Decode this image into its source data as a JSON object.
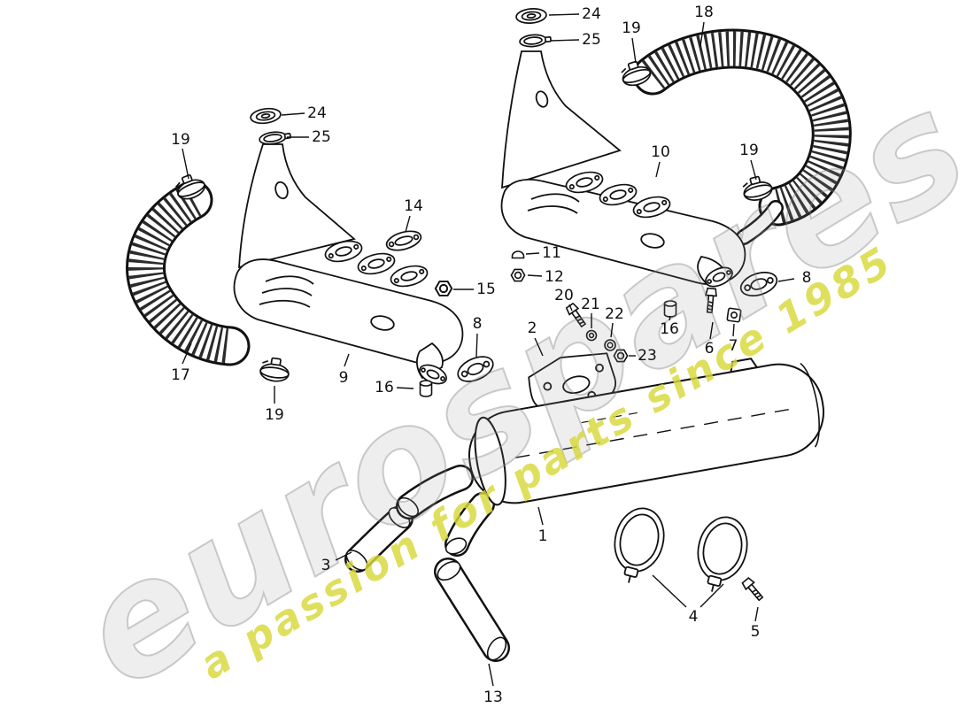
{
  "diagram": {
    "type": "exploded-parts-diagram",
    "subject": "exhaust system",
    "background_color": "#ffffff",
    "line_color": "#111111",
    "watermark": {
      "brand": "eurospares",
      "tagline": "a passion for parts since 1985",
      "brand_color": "#c9c9c9",
      "tagline_color": "#d8d83a"
    }
  },
  "callouts": [
    {
      "label": "24",
      "part": "end-cap-left"
    },
    {
      "label": "25",
      "part": "sealing-ring-left"
    },
    {
      "label": "19",
      "part": "hose-clamp-left-top"
    },
    {
      "label": "17",
      "part": "flexible-hose-left"
    },
    {
      "label": "14",
      "part": "gasket"
    },
    {
      "label": "15",
      "part": "hex-nut"
    },
    {
      "label": "11",
      "part": "cap-nut"
    },
    {
      "label": "12",
      "part": "hex-nut"
    },
    {
      "label": "9",
      "part": "heat-exchanger-left"
    },
    {
      "label": "8",
      "part": "flange-gasket-left"
    },
    {
      "label": "16",
      "part": "spacer-sleeve-left"
    },
    {
      "label": "19",
      "part": "hose-clamp-lower-left"
    },
    {
      "label": "2",
      "part": "mounting-bracket"
    },
    {
      "label": "20",
      "part": "bolt"
    },
    {
      "label": "21",
      "part": "washer"
    },
    {
      "label": "22",
      "part": "washer"
    },
    {
      "label": "23",
      "part": "hex-nut"
    },
    {
      "label": "16",
      "part": "spacer-sleeve-right"
    },
    {
      "label": "6",
      "part": "bolt"
    },
    {
      "label": "7",
      "part": "square-washer"
    },
    {
      "label": "8",
      "part": "flange-gasket-right"
    },
    {
      "label": "10",
      "part": "heat-exchanger-right"
    },
    {
      "label": "19",
      "part": "hose-clamp-right"
    },
    {
      "label": "24",
      "part": "end-cap-top"
    },
    {
      "label": "25",
      "part": "sealing-ring-top"
    },
    {
      "label": "19",
      "part": "hose-clamp-top"
    },
    {
      "label": "18",
      "part": "flexible-hose-right"
    },
    {
      "label": "1",
      "part": "silencer"
    },
    {
      "label": "3",
      "part": "tail-pipe-front"
    },
    {
      "label": "13",
      "part": "tail-pipe-rear"
    },
    {
      "label": "4",
      "part": "silencer-clamps"
    },
    {
      "label": "5",
      "part": "bolt"
    }
  ]
}
